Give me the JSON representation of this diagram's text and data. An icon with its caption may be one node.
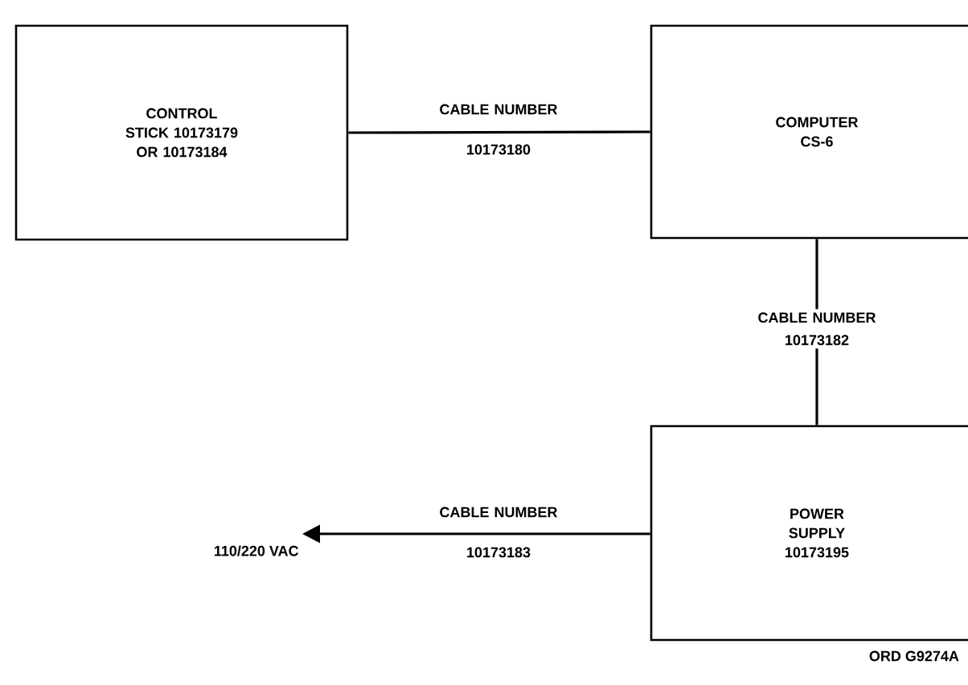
{
  "diagram": {
    "nodes": [
      {
        "text": [
          "CONTROL STICK 10173179 OR 10173184"
        ]
      },
      {
        "text": [
          "COMPUTER CS-6"
        ]
      },
      {
        "text": [
          "POWER SUPPLY 10173195"
        ]
      },
      {
        "text": [
          "110/220 VAC"
        ]
      }
    ],
    "edges": [
      {
        "from": 0,
        "to": 1,
        "arrow": "none",
        "label": "CABLE NUMBER 10173180"
      },
      {
        "from": 1,
        "to": 2,
        "arrow": "none",
        "label": "CABLE NUMBER 10173182"
      },
      {
        "from": 2,
        "to": 3,
        "arrow": "to",
        "label": "CABLE NUMBER 10173183"
      }
    ],
    "labels": [
      "ORD G9274A"
    ]
  }
}
